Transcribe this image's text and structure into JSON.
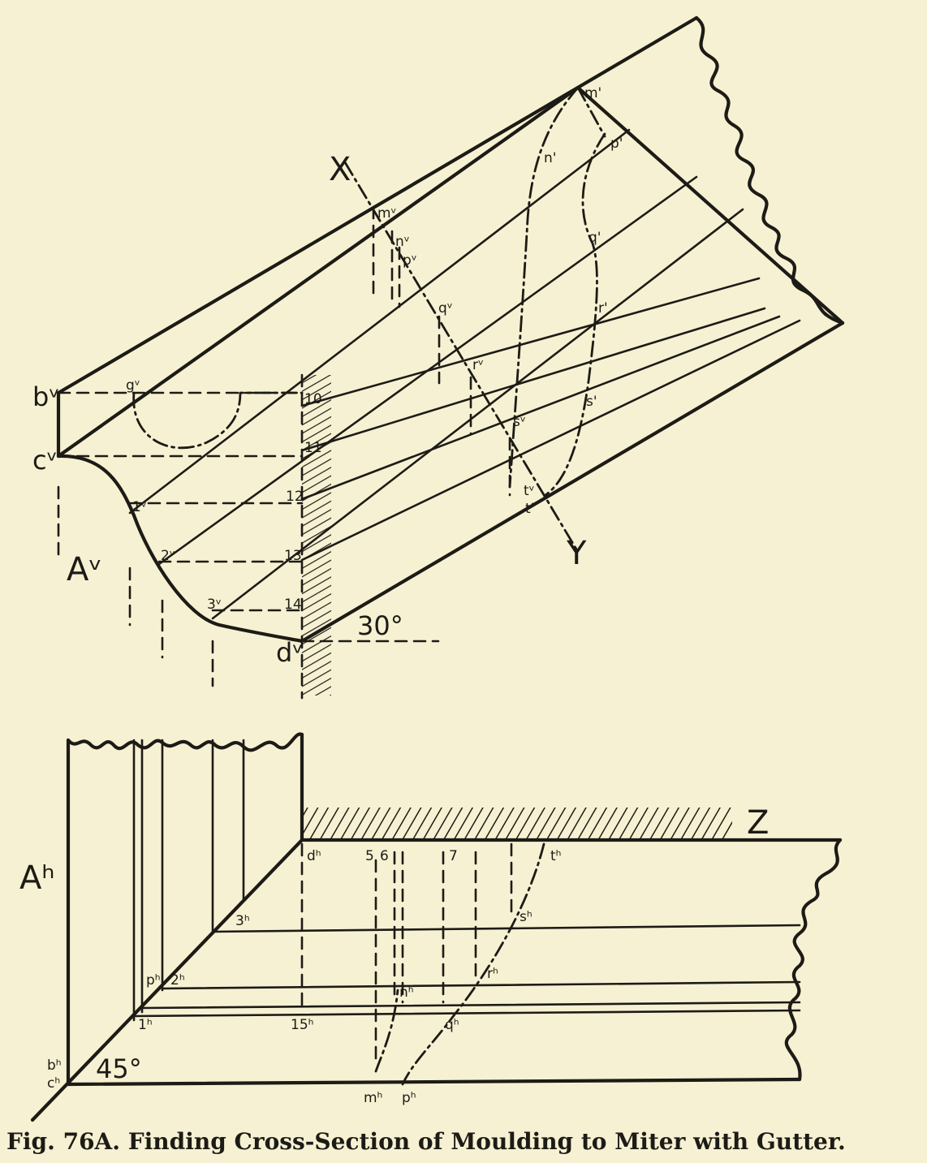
{
  "caption": "Fig. 76A.   Finding Cross-Section of Moulding to Miter with Gutter.",
  "labels": {
    "bv": "bᵛ",
    "cv": "cᵛ",
    "Av": "Aᵛ",
    "gv": "gᵛ",
    "v1": "1ᵛ",
    "v2": "2ᵛ",
    "v3": "3ᵛ",
    "dv": "dᵛ",
    "n10": "10",
    "n11": "11",
    "n12": "12",
    "n13": "13",
    "n14": "14",
    "angle30": "30°",
    "X": "X",
    "Y": "Y",
    "mv": "mᵛ",
    "nv": "nᵛ",
    "pv": "pᵛ",
    "qv": "qᵛ",
    "rv": "rᵛ",
    "sv": "sᵛ",
    "tv": "tᵛ",
    "m1": "m'",
    "n1": "n'",
    "p1": "p'",
    "q1": "q'",
    "r1": "r'",
    "s1": "s'",
    "t1": "t'",
    "Ah": "Aʰ",
    "Z": "Z",
    "dh": "dʰ",
    "n5": "5",
    "n6": "6",
    "n7": "7",
    "th": "tʰ",
    "h3": "3ʰ",
    "sh": "sʰ",
    "h2": "2ʰ",
    "ph2": "pʰ",
    "nh": "nʰ",
    "rh": "rʰ",
    "h1": "1ʰ",
    "h15": "15ʰ",
    "qh": "qʰ",
    "bh": "bʰ",
    "ch": "cʰ",
    "angle45": "45°",
    "mh": "mʰ",
    "ph": "pʰ"
  }
}
